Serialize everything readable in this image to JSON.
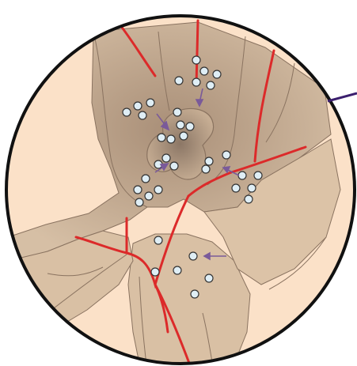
{
  "colors": {
    "background": "#ffffff",
    "disc_fill": "#fbe1c8",
    "tissue_fill": "#dcc3a7",
    "tissue_dark": "#b59e86",
    "tissue_edge": "#8a7360",
    "vessel": "#dc2a2a",
    "node_fill": "#dfeef5",
    "node_stroke": "#333333",
    "arrow": "#7a5a9a",
    "outline": "#111111",
    "pointer_line": "#3b1f6e"
  },
  "icons": {
    "vessel": "red-line",
    "node": "small-circle",
    "arrow": "purple-arrow"
  },
  "labels": {}
}
